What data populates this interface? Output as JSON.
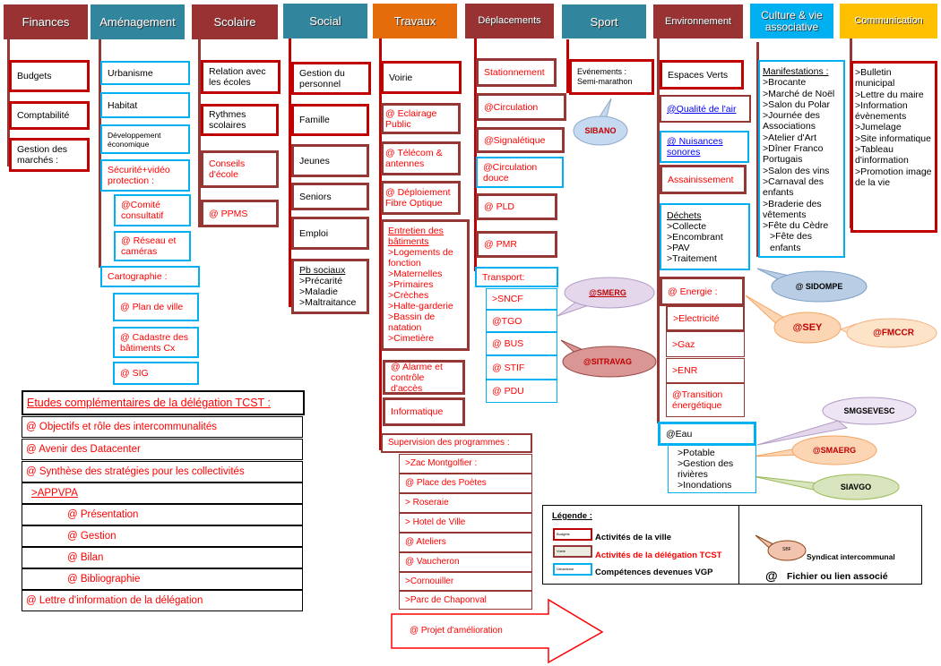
{
  "headers": {
    "finances": "Finances",
    "amenagement": "Aménagement",
    "scolaire": "Scolaire",
    "social": "Social",
    "travaux": "Travaux",
    "deplacements": "Déplacements",
    "sport": "Sport",
    "environnement": "Environnement",
    "culture": "Culture & vie associative",
    "communication": "Communication"
  },
  "finances": [
    "Budgets",
    "Comptabilité",
    "Gestion des marchés :"
  ],
  "amenagement": {
    "urbanisme": "Urbanisme",
    "habitat": "Habitat",
    "dev": "Développement économique",
    "securite": "Sécurité+vidéo protection :",
    "comite": "@Comité consultatif",
    "reseau": "@ Réseau et caméras",
    "carto": "Cartographie :",
    "plan": "@ Plan de ville",
    "cadastre": "@ Cadastre des bâtiments Cx",
    "sig": "@ SIG"
  },
  "scolaire": [
    "Relation avec les écoles",
    "Rythmes scolaires",
    "Conseils d'école",
    "@ PPMS"
  ],
  "social": {
    "items": [
      "Gestion du personnel",
      "Famille",
      "Jeunes",
      "Seniors",
      "Emploi"
    ],
    "pb_title": "Pb sociaux",
    "pb_items": [
      ">Précarité",
      ">Maladie",
      ">Maltraitance"
    ]
  },
  "travaux": {
    "voirie": "Voirie",
    "eclairage": "@ Eclairage Public",
    "telecom": "@ Télécom & antennes",
    "fibre": "@ Déploiement Fibre Optique",
    "entretien_title": "Entretien des bâtiments",
    "entretien_items": [
      ">Logements de fonction",
      ">Maternelles",
      ">Primaires",
      ">Crèches",
      ">Halte-garderie",
      ">Bassin de natation",
      ">Cimetière"
    ],
    "alarme": "@ Alarme et contrôle d'accès",
    "informatique": "Informatique",
    "supervision": "Supervision des programmes :",
    "programmes": [
      ">Zac Montgolfier :",
      "@ Place des Poètes",
      "> Roseraie",
      "> Hotel de Ville",
      "@ Ateliers",
      "@ Vaucheron",
      ">Cornouiller",
      ">Parc de Chaponval"
    ],
    "projet": "@ Projet d'amélioration"
  },
  "deplacements": {
    "items": [
      "Stationnement",
      "@Circulation",
      "@Signalétique",
      "@Circulation douce",
      "@ PLD",
      "@ PMR"
    ],
    "transport": "Transport:",
    "transport_items": [
      ">SNCF",
      "@TGO",
      "@ BUS",
      "@ STIF",
      "@ PDU"
    ]
  },
  "sport": {
    "evenements": "Evénements : Semi-marathon"
  },
  "environnement": {
    "espaces": "Espaces Verts",
    "air": "@Qualité de l'air",
    "nuisances": "@ Nuisances sonores",
    "assainissement": "Assainissement",
    "dechets_title": "Déchets",
    "dechets_items": [
      ">Collecte",
      ">Encombrant",
      ">PAV",
      ">Traitement"
    ],
    "energie": "@ Energie :",
    "energie_items": [
      ">Electricité",
      ">Gaz",
      ">ENR",
      "@Transition énergétique"
    ],
    "eau": "@Eau",
    "eau_items": [
      ">Potable",
      ">Gestion des rivières",
      ">Inondations"
    ]
  },
  "culture": {
    "title": "Manifestations :",
    "items": [
      ">Brocante",
      ">Marché de Noël",
      ">Salon du Polar",
      ">Journée des Associations",
      ">Atelier d'Art",
      ">Dîner Franco Portugais",
      ">Salon des vins",
      ">Carnaval des enfants",
      ">Braderie des vêtements",
      ">Fête du Cèdre",
      ">Fête des enfants"
    ]
  },
  "communication": {
    "items": [
      ">Bulletin municipal",
      ">Lettre du maire",
      ">Information évènements",
      ">Jumelage",
      ">Site informatique",
      ">Tableau d'information",
      ">Promotion image de la vie"
    ]
  },
  "syndicats": {
    "sibano": "SIBANO",
    "sidompe": "@ SIDOMPE",
    "smerg": "@SMERG",
    "sitravag": "@SITRAVAG",
    "sey": "@SEY",
    "fmccr": "@FMCCR",
    "smgsevesc": "SMGSEVESC",
    "smaerg": "@SMAERG",
    "siavgo": "SIAVGO"
  },
  "etudes": {
    "title": "Etudes complémentaires de la délégation TCST :",
    "rows": [
      "@ Objectifs et rôle des intercommunalités",
      "@ Avenir des Datacenter",
      "@ Synthèse des stratégies pour les collectivités",
      ">APPVPA",
      "@ Présentation",
      "@ Gestion",
      "@ Bilan",
      "@ Bibliographie",
      "@ Lettre d'information de la délégation"
    ]
  },
  "legende": {
    "title": "Légende :",
    "ville": "Activités de la ville",
    "delegation": "Activités de la délégation TCST",
    "vgp": "Compétences devenues VGP",
    "syndicat": "Syndicat intercommunal",
    "syndicat_sample": "SBF",
    "at": "@",
    "fichier": "Fichier ou lien associé",
    "sample_ville": "Budgets",
    "sample_deleg": "Voirie",
    "sample_vgp": "Urbanisme"
  }
}
